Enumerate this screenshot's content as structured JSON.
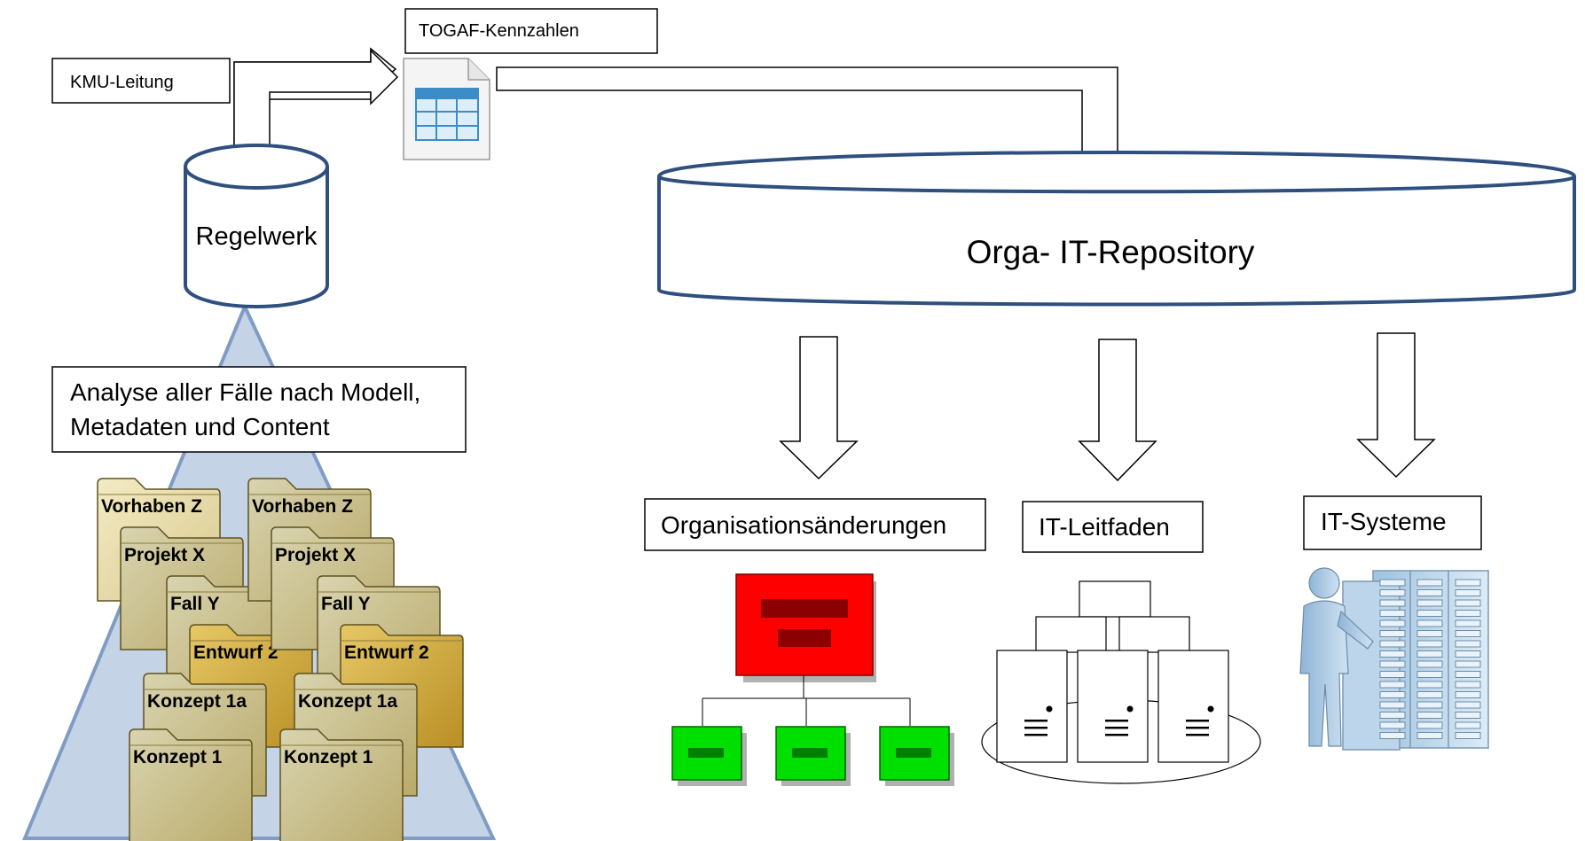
{
  "labels": {
    "kmu": "KMU-Leitung",
    "togaf": "TOGAF-Kennzahlen",
    "regelwerk": "Regelwerk",
    "repository": "Orga- IT-Repository",
    "analyse_line1": "Analyse aller Fälle nach Modell,",
    "analyse_line2": "Metadaten und Content",
    "orga": "Organisationsänderungen",
    "leitfaden": "IT-Leitfaden",
    "systeme": "IT-Systeme"
  },
  "folders": {
    "left": [
      "Vorhaben Z",
      "Projekt X",
      "Fall Y",
      "Entwurf 2",
      "Konzept 1a",
      "Konzept 1"
    ],
    "right": [
      "Vorhaben Z",
      "Projekt X",
      "Fall Y",
      "Entwurf 2",
      "Konzept 1a",
      "Konzept 1"
    ]
  },
  "colors": {
    "cylinder_stroke": "#2F4F7F",
    "triangle_fill": "#C5D3E6",
    "triangle_stroke": "#7F9CC4",
    "org_top": "#FF0000",
    "org_bar": "#8B0000",
    "org_child": "#00E000",
    "org_child_bar": "#008000",
    "folder_light": "#EFE3B0",
    "folder_mid": "#CFC7A0",
    "folder_gold": "#D9B23E"
  },
  "icons": {
    "spreadsheet": "spreadsheet-document-icon",
    "hierarchy": "org-chart-icon",
    "servers": "server-tree-icon",
    "admin": "server-admin-icon"
  }
}
